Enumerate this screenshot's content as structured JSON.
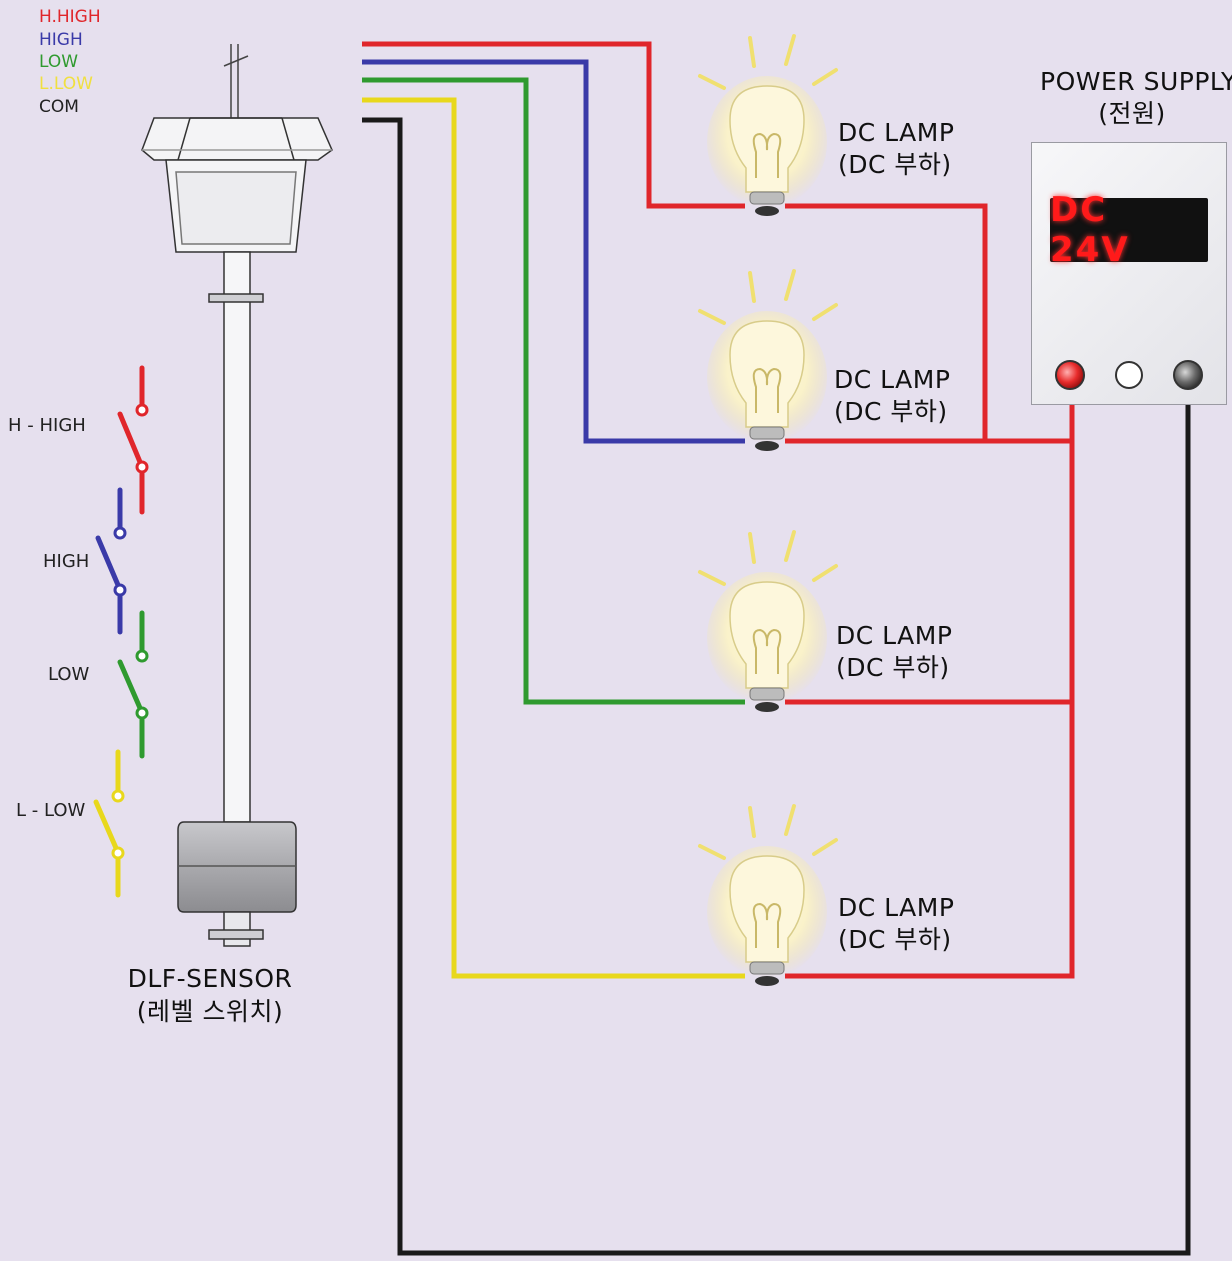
{
  "legend": [
    {
      "label": "H.HIGH",
      "color": "#e0262b"
    },
    {
      "label": "HIGH",
      "color": "#3a3aa8"
    },
    {
      "label": "LOW",
      "color": "#2f9a2f"
    },
    {
      "label": "L.LOW",
      "color": "#f0e040"
    },
    {
      "label": "COM",
      "color": "#222222"
    }
  ],
  "switches": [
    {
      "label": "H - HIGH",
      "color": "#e0262b"
    },
    {
      "label": "HIGH",
      "color": "#3a3aa8"
    },
    {
      "label": "LOW",
      "color": "#2f9a2f"
    },
    {
      "label": "L - LOW",
      "color": "#e8d81c"
    }
  ],
  "lamps": [
    {
      "line1": "DC LAMP",
      "line2": "(DC 부하)"
    },
    {
      "line1": "DC LAMP",
      "line2": "(DC 부하)"
    },
    {
      "line1": "DC LAMP",
      "line2": "(DC 부하)"
    },
    {
      "line1": "DC LAMP",
      "line2": "(DC 부하)"
    }
  ],
  "power_supply": {
    "line1": "POWER SUPPLY",
    "line2": "(전원)",
    "display": "DC 24V"
  },
  "sensor": {
    "line1": "DLF-SENSOR",
    "line2": "(레벨 스위치)"
  },
  "colors": {
    "background": "#e6e0ee",
    "red": "#e0262b",
    "blue": "#3a3aa8",
    "green": "#2f9a2f",
    "yellow": "#e8d81c",
    "black": "#1a1a1a"
  }
}
